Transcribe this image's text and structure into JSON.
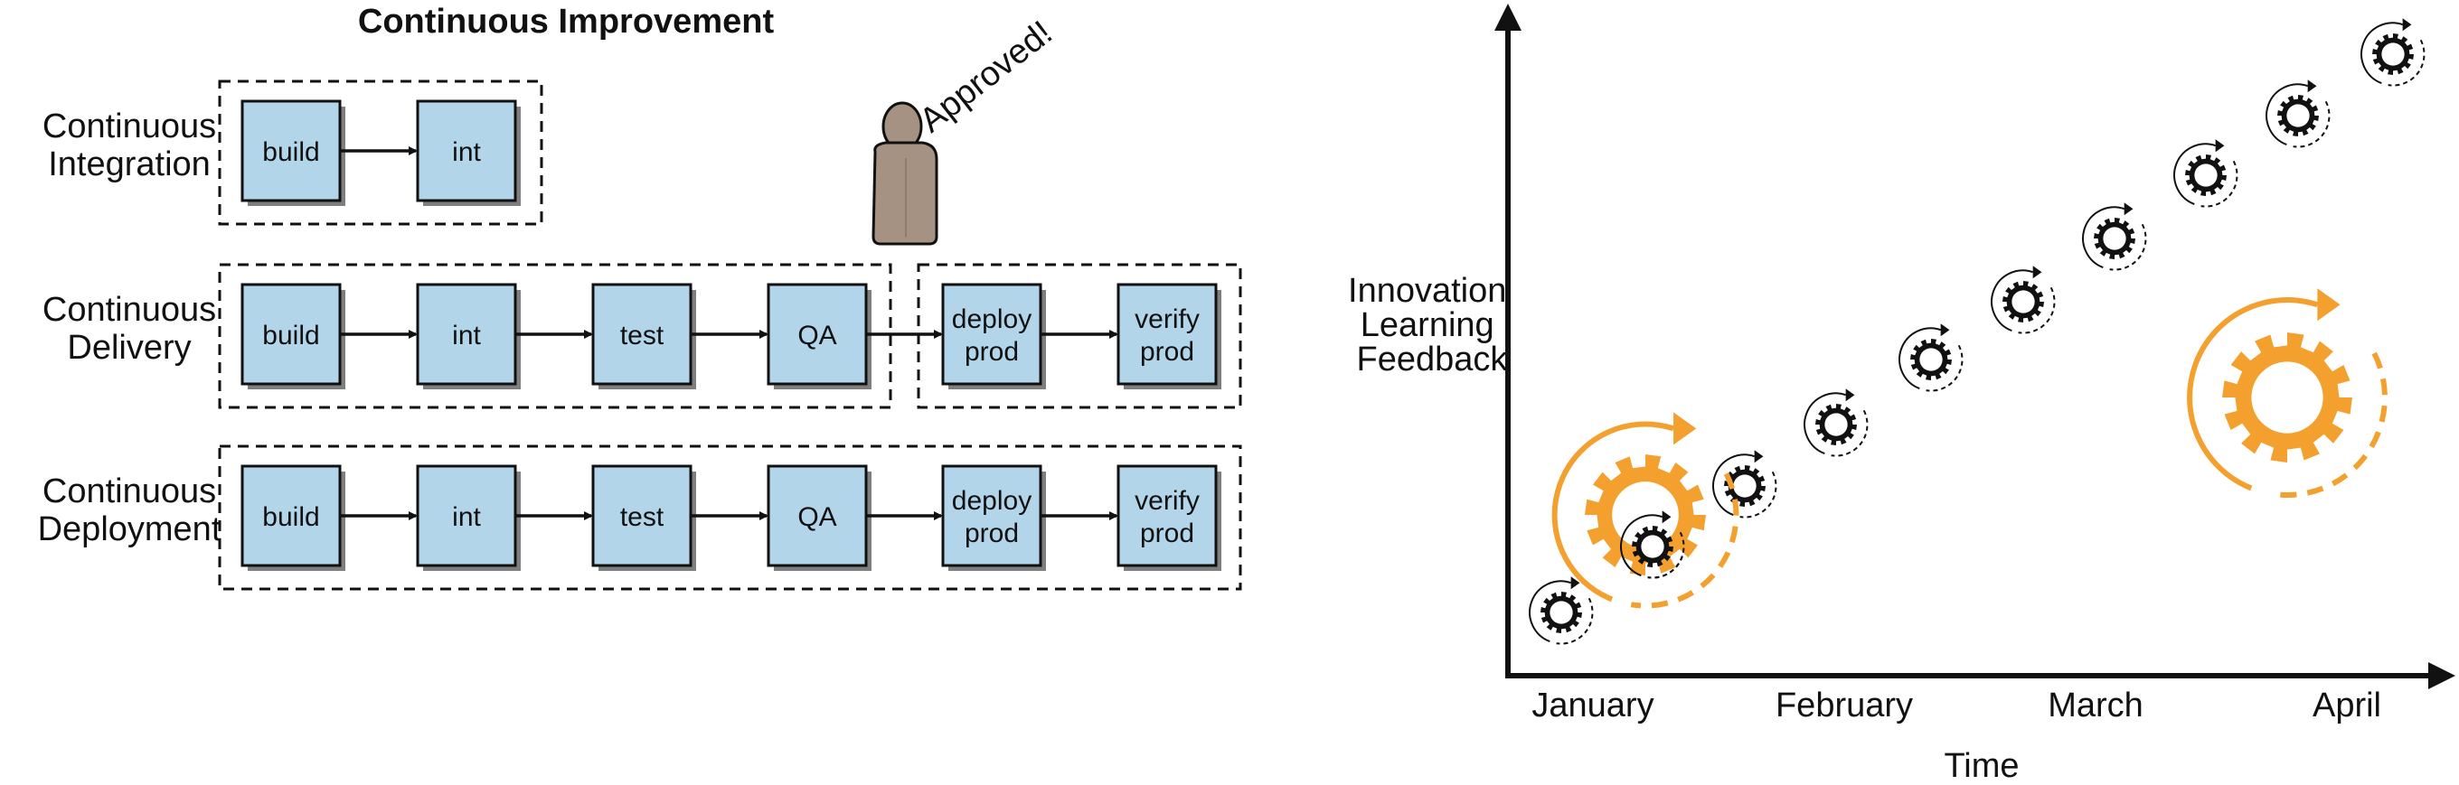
{
  "title": "Continuous Improvement",
  "approval_note": "Approved!",
  "pipelines": [
    {
      "label_lines": [
        "Continuous",
        "Integration"
      ],
      "steps": [
        [
          "build"
        ],
        [
          "int"
        ]
      ]
    },
    {
      "label_lines": [
        "Continuous",
        "Delivery"
      ],
      "steps": [
        [
          "build"
        ],
        [
          "int"
        ],
        [
          "test"
        ],
        [
          "QA"
        ],
        [
          "deploy",
          "prod"
        ],
        [
          "verify",
          "prod"
        ]
      ]
    },
    {
      "label_lines": [
        "Continuous",
        "Deployment"
      ],
      "steps": [
        [
          "build"
        ],
        [
          "int"
        ],
        [
          "test"
        ],
        [
          "QA"
        ],
        [
          "deploy",
          "prod"
        ],
        [
          "verify",
          "prod"
        ]
      ]
    }
  ],
  "timeline": {
    "y_label_lines": [
      "Innovation",
      "Learning",
      "Feedback"
    ],
    "x_label": "Time",
    "months": [
      "January",
      "February",
      "March",
      "April"
    ]
  },
  "colors": {
    "box_fill": "#b3d5ea",
    "accent": "#f4a02e",
    "ink": "#111111",
    "person": "#a69282"
  },
  "icons": [
    "person-icon",
    "gear-icon",
    "refresh-arrow-icon"
  ]
}
